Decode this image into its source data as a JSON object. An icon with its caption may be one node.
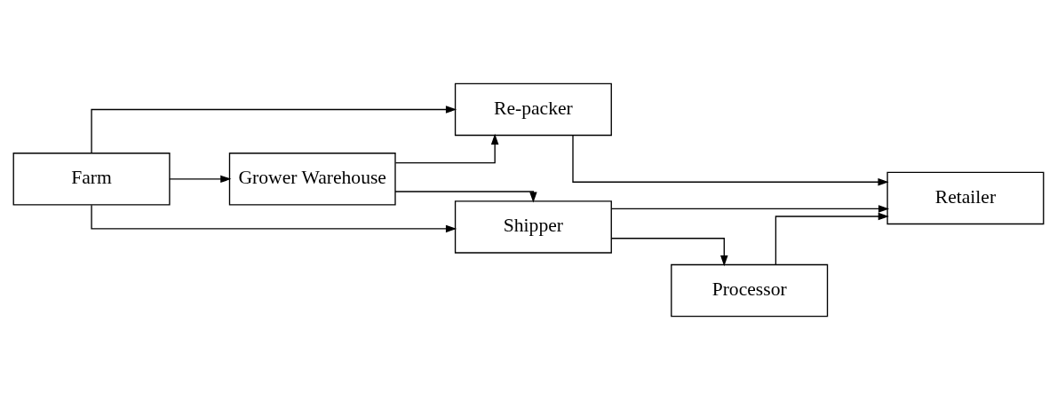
{
  "diagram": {
    "nodes": [
      {
        "text": [
          "Farm"
        ]
      },
      {
        "text": [
          "Re-packer"
        ]
      },
      {
        "text": [
          "Grower Warehouse"
        ]
      },
      {
        "text": [
          "Shipper"
        ]
      },
      {
        "text": [
          "Retailer"
        ]
      },
      {
        "text": [
          "Processor"
        ]
      }
    ],
    "edges": [
      {
        "from": 0,
        "to": 1,
        "arrow": "to"
      },
      {
        "from": 0,
        "to": 2,
        "arrow": "to"
      },
      {
        "from": 0,
        "to": 3,
        "arrow": "to"
      },
      {
        "from": 2,
        "to": 1,
        "arrow": "to"
      },
      {
        "from": 1,
        "to": 4,
        "arrow": "to"
      },
      {
        "from": 2,
        "to": 3,
        "arrow": "to"
      },
      {
        "from": 3,
        "to": 4,
        "arrow": "to"
      },
      {
        "from": 3,
        "to": 5,
        "arrow": "to"
      },
      {
        "from": 5,
        "to": 4,
        "arrow": "to"
      }
    ]
  }
}
